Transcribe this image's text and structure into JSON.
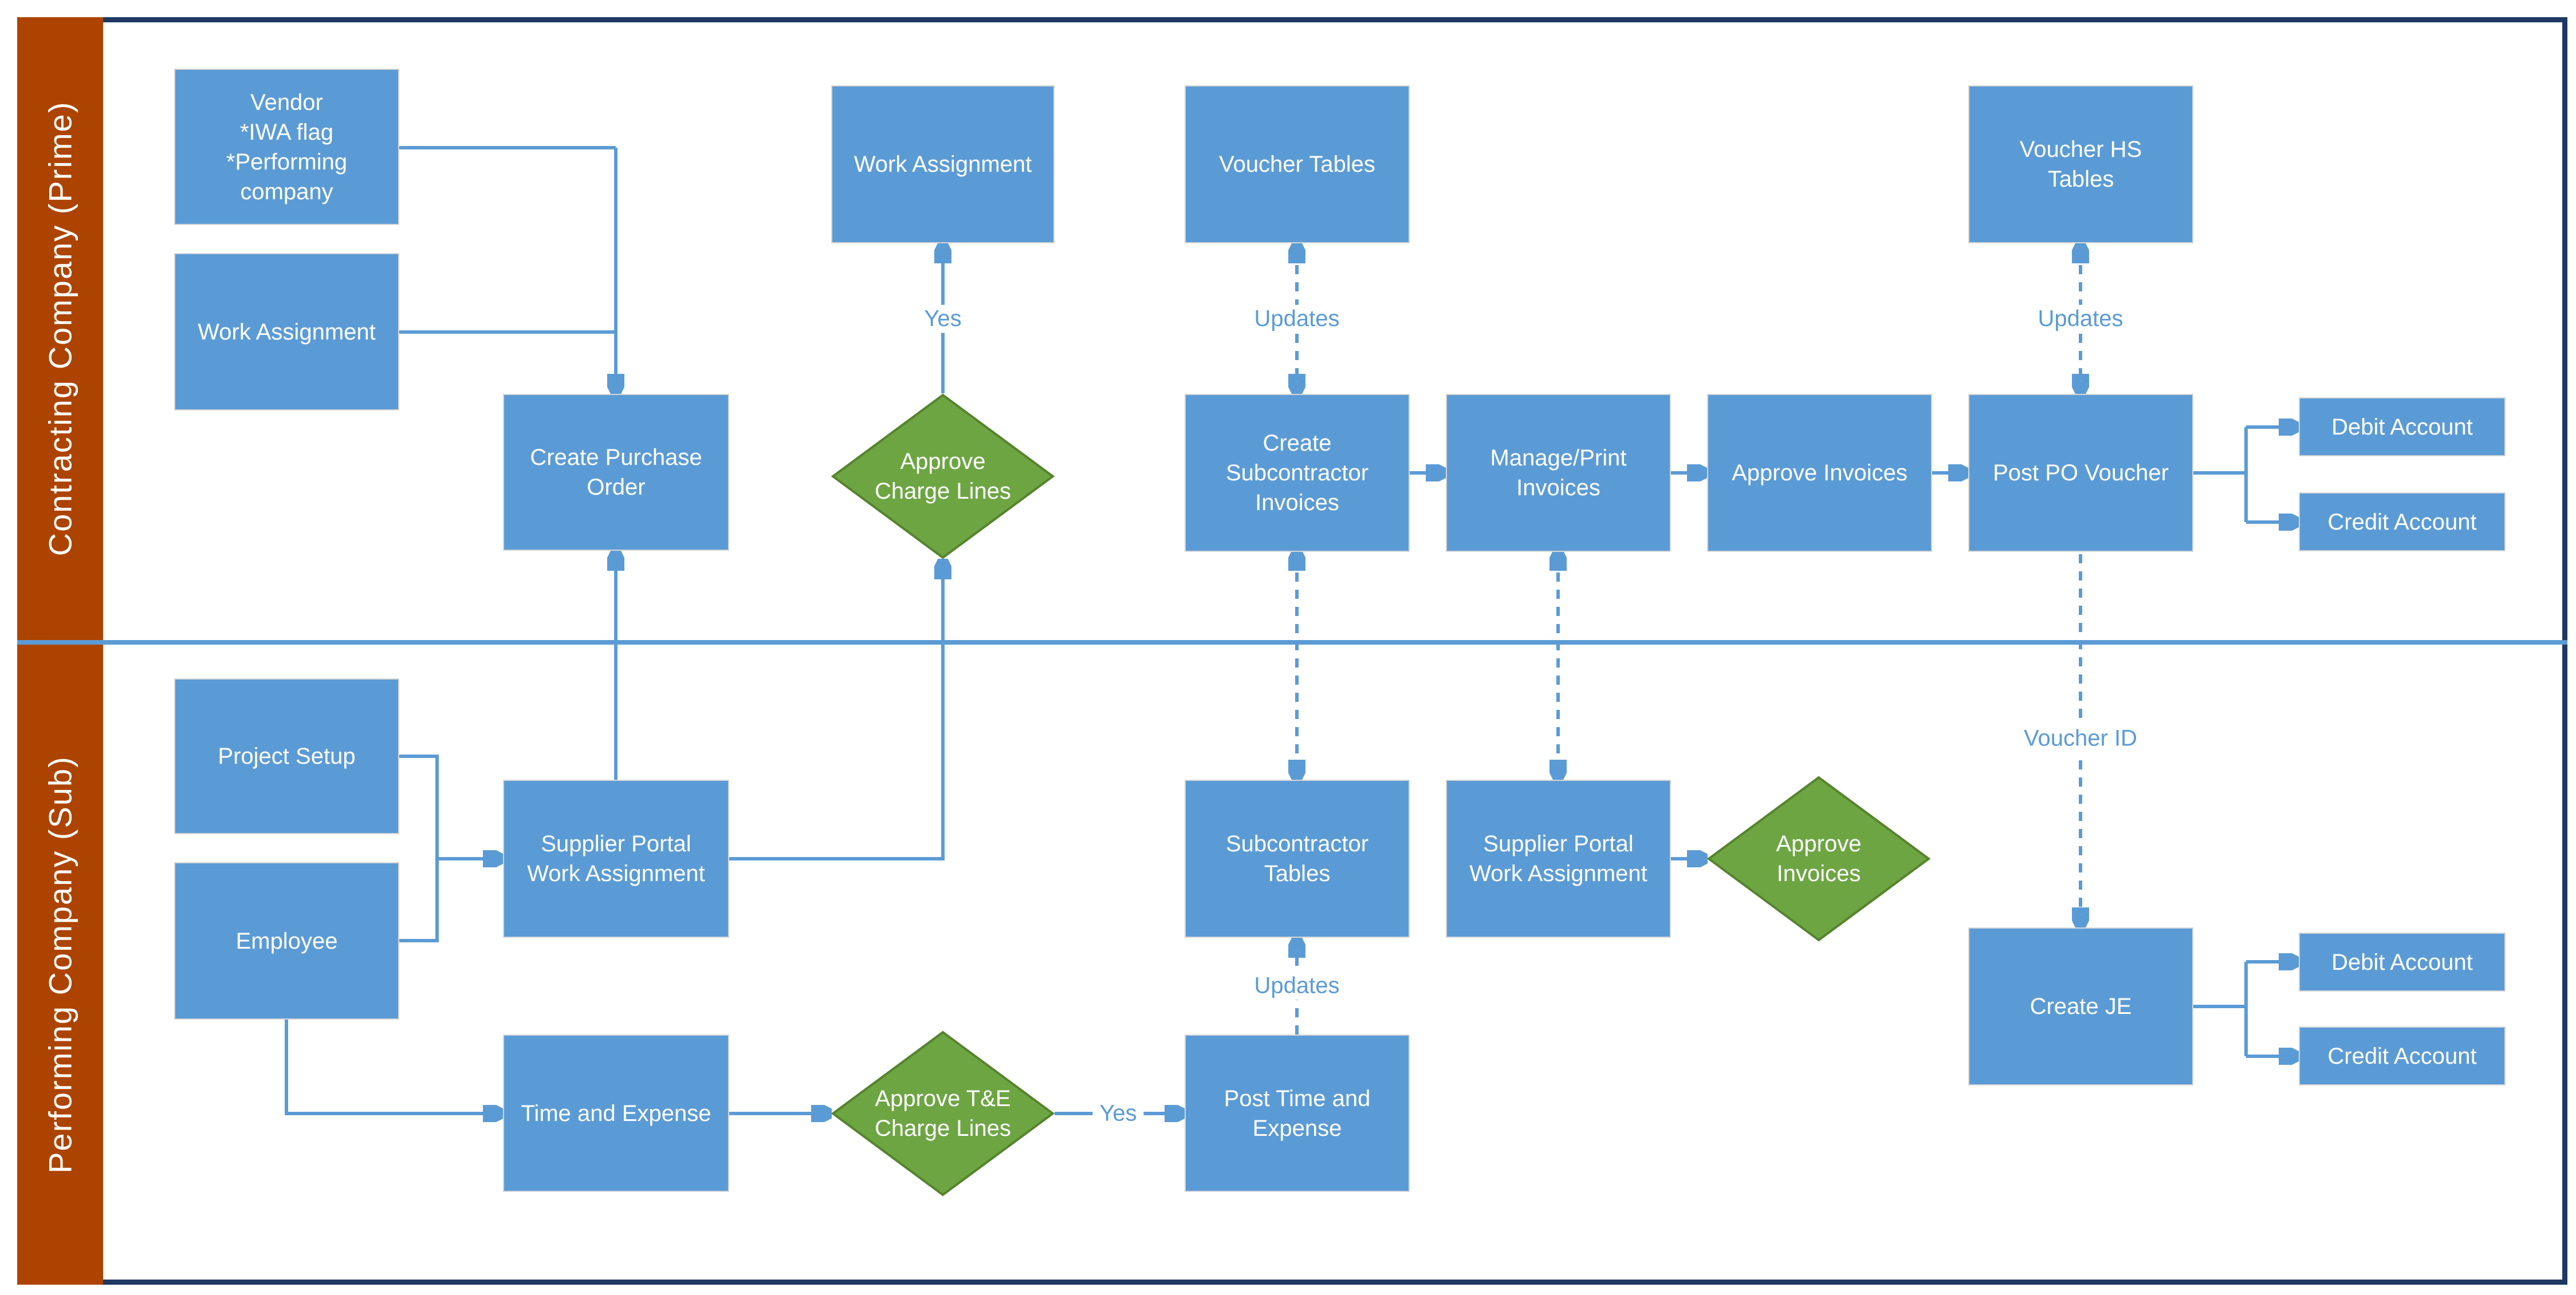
{
  "lanes": [
    {
      "label": "Contracting Company (Prime)"
    },
    {
      "label": "Performing Company (Sub)"
    }
  ],
  "nodes": {
    "vendor": "Vendor\n*IWA flag\n*Performing\ncompany",
    "work_assignment_left": "Work Assignment",
    "create_purchase_order": "Create Purchase\nOrder",
    "work_assignment_top": "Work Assignment",
    "approve_charge_lines": "Approve\nCharge Lines",
    "voucher_tables": "Voucher Tables",
    "create_subcontractor_invoices": "Create\nSubcontractor\nInvoices",
    "manage_print_invoices": "Manage/Print\nInvoices",
    "approve_invoices_box": "Approve Invoices",
    "post_po_voucher": "Post PO Voucher",
    "voucher_hs_tables": "Voucher HS\nTables",
    "debit_account_top": "Debit Account",
    "credit_account_top": "Credit Account",
    "project_setup": "Project Setup",
    "employee": "Employee",
    "supplier_portal_wa_left": "Supplier Portal\nWork Assignment",
    "time_and_expense": "Time and Expense",
    "approve_te_charge_lines": "Approve T&E\nCharge Lines",
    "post_time_and_expense": "Post Time and\nExpense",
    "subcontractor_tables": "Subcontractor\nTables",
    "supplier_portal_wa_right": "Supplier Portal\nWork Assignment",
    "approve_invoices_diamond": "Approve\nInvoices",
    "create_je": "Create JE",
    "debit_account_bottom": "Debit Account",
    "credit_account_bottom": "Credit Account"
  },
  "edge_labels": {
    "yes_top": "Yes",
    "updates_voucher_tables": "Updates",
    "updates_voucher_hs": "Updates",
    "updates_subcontractor": "Updates",
    "voucher_id": "Voucher ID",
    "yes_bottom": "Yes"
  },
  "colors": {
    "box_fill": "#5B9BD5",
    "box_border": "#D6D6D6",
    "diamond_fill": "#6DA543",
    "diamond_border": "#55832D",
    "connector": "#5B9BD5",
    "label_text": "#5B9BD5",
    "lane_bar": "#AC4400",
    "frame": "#1F3864",
    "node_text": "#FFFFFF",
    "canvas_bg": "#FFFFFF"
  }
}
